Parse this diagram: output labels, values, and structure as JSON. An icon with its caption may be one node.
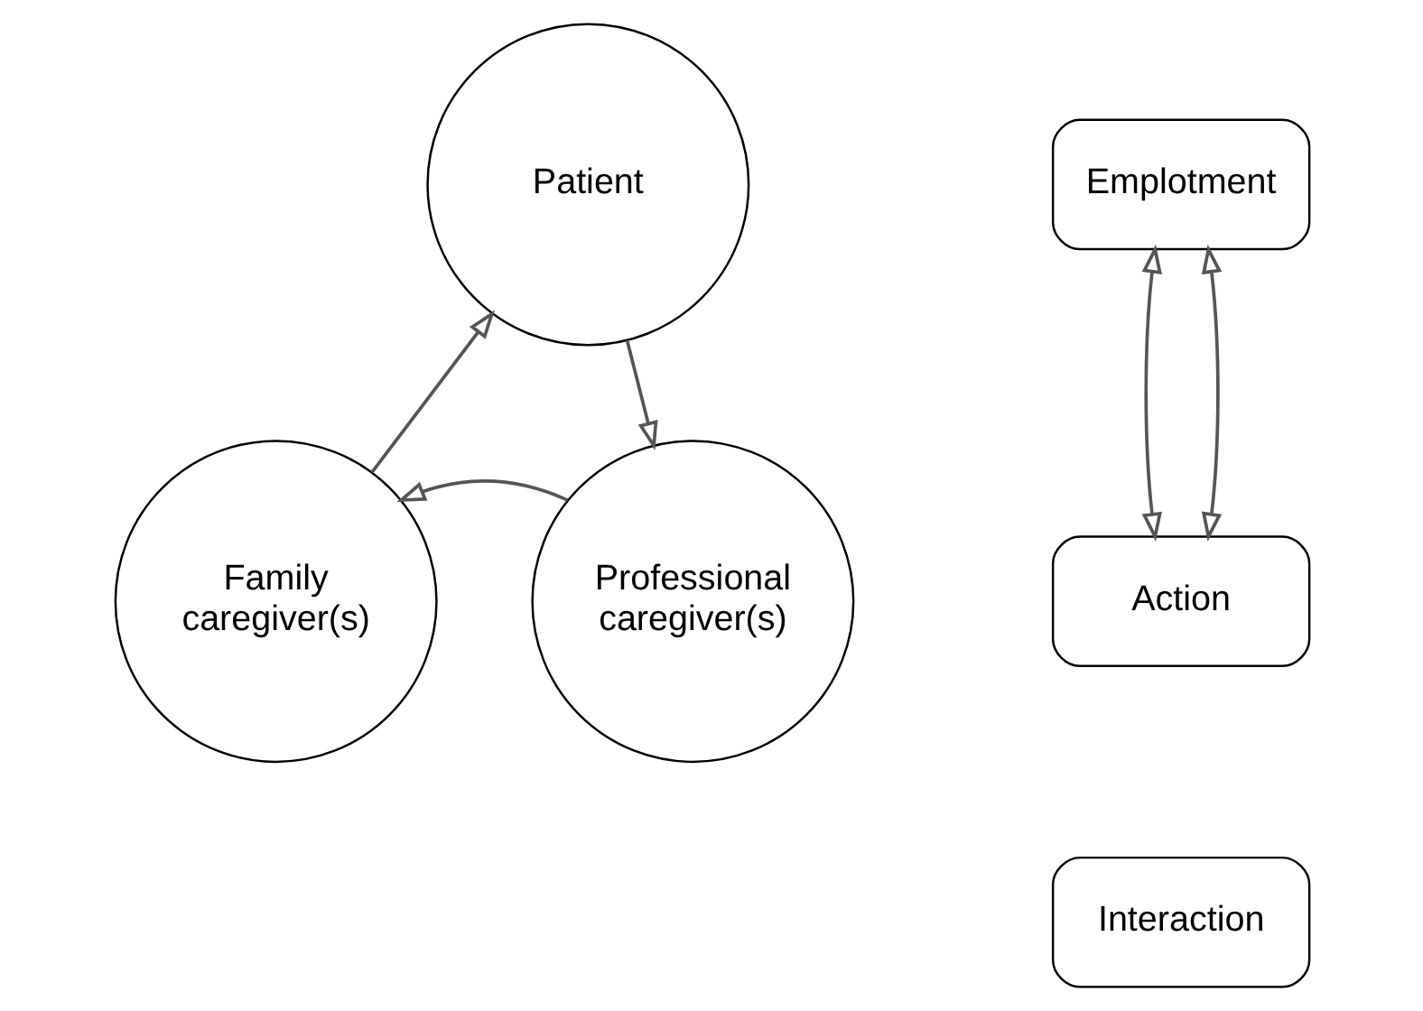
{
  "diagram": {
    "nodes": [
      {
        "text": [
          "Patient"
        ]
      },
      {
        "text": [
          "Family caregiver(s)"
        ]
      },
      {
        "text": [
          "Professional caregiver(s)"
        ]
      },
      {
        "text": [
          "Emplotment"
        ]
      },
      {
        "text": [
          "Action"
        ]
      },
      {
        "text": [
          "Interaction"
        ]
      }
    ],
    "edges": [
      {
        "from": 1,
        "to": 0,
        "arrow": "to"
      },
      {
        "from": 0,
        "to": 2,
        "arrow": "to"
      },
      {
        "from": 2,
        "to": 1,
        "arrow": "to"
      },
      {
        "from": 3,
        "to": 4,
        "arrow": "both"
      },
      {
        "from": 3,
        "to": 4,
        "arrow": "both"
      }
    ]
  }
}
